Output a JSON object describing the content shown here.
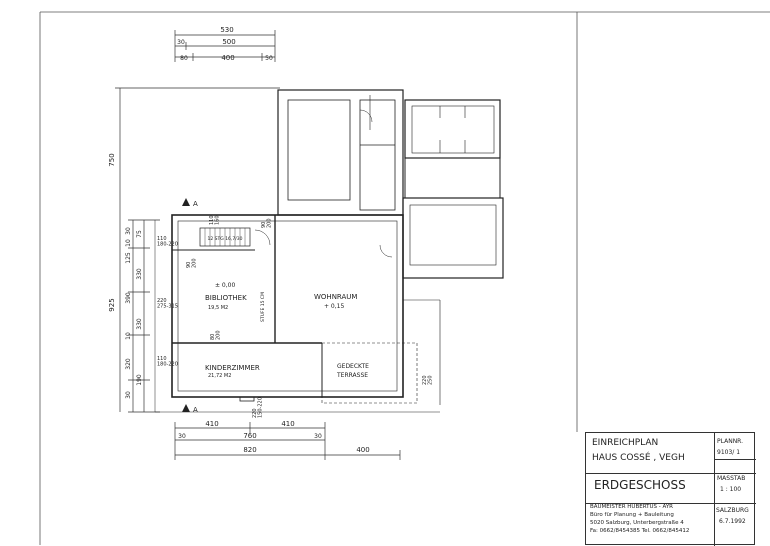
{
  "dims_top": {
    "total": "530",
    "a": "30",
    "b": "500",
    "c": "80",
    "d": "400",
    "e": "50"
  },
  "dims_left": {
    "total": "925",
    "upper": "750",
    "l1": "30",
    "l2": "10",
    "l3": "125",
    "l4": "75",
    "l5": "330",
    "l6": "390",
    "l7": "10",
    "l8": "330",
    "l9": "320",
    "l10": "190",
    "l11": "30"
  },
  "dims_bottom": {
    "a": "410",
    "b": "410",
    "c": "30",
    "d": "760",
    "e": "30",
    "f": "820",
    "g": "400"
  },
  "openings": {
    "o1": "110\n180-220",
    "o2": "220\n275-315",
    "o3": "110\n180-220",
    "o4": "90\n200",
    "o5": "80\n200",
    "o6": "110\n160",
    "o7": "90\n200",
    "o8": "220\n150-220",
    "o9": "220\n250"
  },
  "stairs": "12 STG 16,7/30",
  "section_mark": "A",
  "rooms": {
    "bibliothek": {
      "name": "BIBLIOTHEK",
      "area": "19,5 M2",
      "level": "± 0,00"
    },
    "wohnraum": {
      "name": "WOHNRAUM",
      "level": "+ 0,15"
    },
    "kinderzimmer": {
      "name": "KINDERZIMMER",
      "area": "21,72 M2"
    },
    "terrasse": {
      "line1": "GEDECKTE",
      "line2": "TERRASSE"
    },
    "stufe": "STUFE 15 CM"
  },
  "title_block": {
    "plan_type": "EINREICHPLAN",
    "project": "HAUS COSSÉ , VEGH",
    "plan_nr_label": "PLANNR.",
    "plan_nr": "9103/ 1",
    "scale_label": "MASSTAB",
    "scale": "1 : 100",
    "sheet": "ERDGESCHOSS",
    "place": "SALZBURG",
    "date": "6.7.1992",
    "office_1": "BAUMEISTER HUBERTUS - AYR",
    "office_2": "Büro für Planung + Bauleitung",
    "office_3": "5020 Salzburg, Unterbergstraße 4",
    "office_4": "Fa: 0662/8454385   Tel. 0662/845412"
  }
}
